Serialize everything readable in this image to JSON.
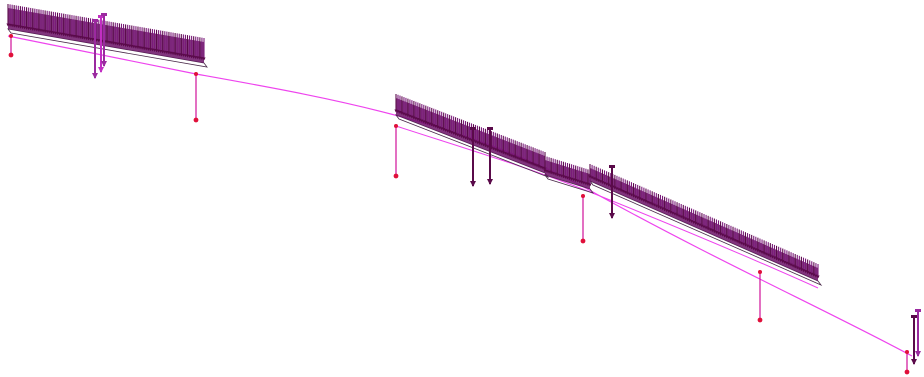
{
  "view": {
    "background": "#ffffff"
  },
  "colors": {
    "girder_line": "#ee44ee",
    "support_line": "#d0109a",
    "support_node": "#e0103a",
    "load_dark": "#5a0a4a",
    "load_mid": "#7a1a7a",
    "load_body": "#6b1266",
    "load_highlight": "#c22fc2",
    "point_load": "#9b2aa0",
    "deck_outline": "#4a2a4a"
  },
  "elements": {
    "girder": "curved-girder",
    "supports": "support-posts",
    "distributed_loads": "distributed-load-arrays",
    "point_loads": "point-load-arrows"
  }
}
